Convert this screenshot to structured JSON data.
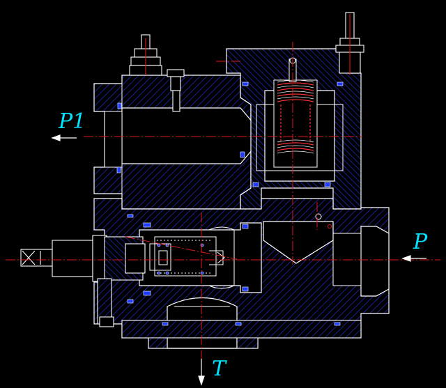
{
  "ports": {
    "p1": {
      "label": "P1"
    },
    "p": {
      "label": "P"
    },
    "t": {
      "label": "T"
    }
  },
  "colors": {
    "background": "#000000",
    "outline": "#ffffff",
    "hatch": "#1f2fd0",
    "centerline": "#e01818",
    "label": "#00e5ff",
    "seal": "#1e3cff",
    "spring": "#ff3030",
    "arrow": "#ffffff"
  }
}
